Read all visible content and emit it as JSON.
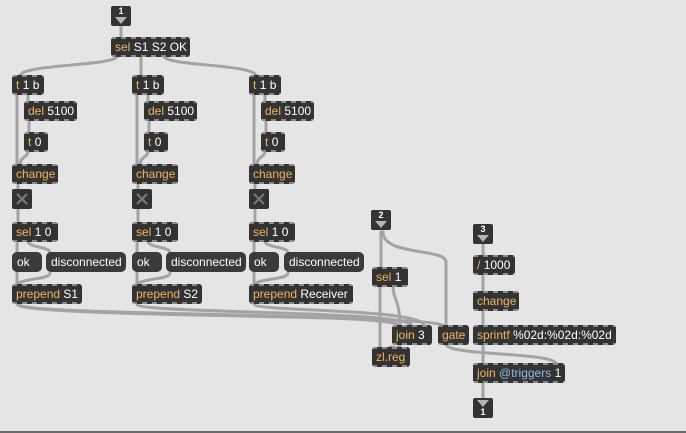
{
  "patcher": {
    "inlets": [
      {
        "id": "inlet-1",
        "number": "1"
      },
      {
        "id": "inlet-2",
        "number": "2"
      },
      {
        "id": "inlet-3",
        "number": "3"
      }
    ],
    "outlet": {
      "number": "1"
    },
    "objects": {
      "sel_main": {
        "cls": "sel",
        "args": "S1 S2 OK"
      },
      "t1b_1": {
        "cls": "t",
        "args": "1 b"
      },
      "t1b_2": {
        "cls": "t",
        "args": "1 b"
      },
      "t1b_3": {
        "cls": "t",
        "args": "1 b"
      },
      "del_1": {
        "cls": "del",
        "args": "5100"
      },
      "del_2": {
        "cls": "del",
        "args": "5100"
      },
      "del_3": {
        "cls": "del",
        "args": "5100"
      },
      "t0_1": {
        "cls": "t",
        "args": "0"
      },
      "t0_2": {
        "cls": "t",
        "args": "0"
      },
      "t0_3": {
        "cls": "t",
        "args": "0"
      },
      "change_1": {
        "cls": "change",
        "args": ""
      },
      "change_2": {
        "cls": "change",
        "args": ""
      },
      "change_3": {
        "cls": "change",
        "args": ""
      },
      "sel10_1": {
        "cls": "sel",
        "args": "1 0"
      },
      "sel10_2": {
        "cls": "sel",
        "args": "1 0"
      },
      "sel10_3": {
        "cls": "sel",
        "args": "1 0"
      },
      "prepend_1": {
        "cls": "prepend",
        "args": "S1"
      },
      "prepend_2": {
        "cls": "prepend",
        "args": "S2"
      },
      "prepend_3": {
        "cls": "prepend",
        "args": "Receiver"
      },
      "sel1": {
        "cls": "sel",
        "args": "1"
      },
      "join3": {
        "cls": "join",
        "args": "3"
      },
      "zlreg": {
        "cls": "zl.reg",
        "args": ""
      },
      "gate": {
        "cls": "gate",
        "args": ""
      },
      "div1000": {
        "cls": "/",
        "args": "1000"
      },
      "change_4": {
        "cls": "change",
        "args": ""
      },
      "sprintf": {
        "cls": "sprintf",
        "args": "%02d:%02d:%02d"
      },
      "join_triggers": {
        "cls": "join",
        "attr": "@triggers",
        "args": "1"
      }
    },
    "messages": {
      "ok_1": "ok",
      "disc_1": "disconnected",
      "ok_2": "ok",
      "disc_2": "disconnected",
      "ok_3": "ok",
      "disc_3": "disconnected"
    }
  }
}
